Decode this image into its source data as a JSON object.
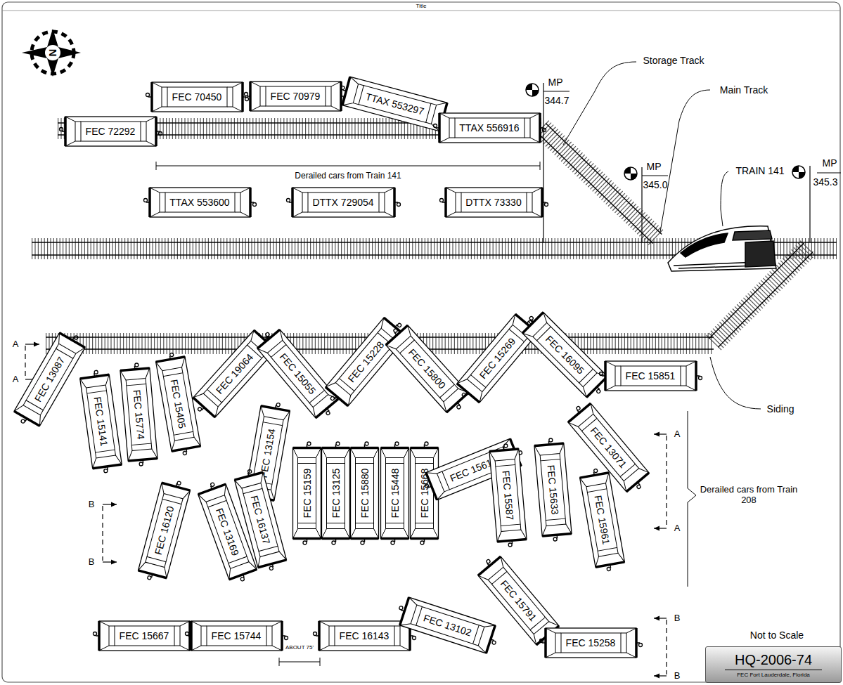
{
  "diagram": {
    "nodes": [
      {
        "text": [
          "FEC 72292"
        ]
      },
      {
        "text": [
          "FEC 70450"
        ]
      },
      {
        "text": [
          "FEC 70979"
        ]
      },
      {
        "text": [
          "TTAX 553297"
        ]
      },
      {
        "text": [
          "TTAX 556916"
        ]
      },
      {
        "text": [
          "TTAX 553600"
        ]
      },
      {
        "text": [
          "DTTX 729054"
        ]
      },
      {
        "text": [
          "DTTX 73330"
        ]
      },
      {
        "text": [
          "FEC 13087"
        ]
      },
      {
        "text": [
          "FEC 15141"
        ]
      },
      {
        "text": [
          "FEC 15774"
        ]
      },
      {
        "text": [
          "FEC 15405"
        ]
      },
      {
        "text": [
          "FEC 19064"
        ]
      },
      {
        "text": [
          "FEC 15055"
        ]
      },
      {
        "text": [
          "FEC 15228"
        ]
      },
      {
        "text": [
          "FEC 15800"
        ]
      },
      {
        "text": [
          "FEC 15269"
        ]
      },
      {
        "text": [
          "FEC 16095"
        ]
      },
      {
        "text": [
          "FEC 15851"
        ]
      },
      {
        "text": [
          "FEC 13154"
        ]
      },
      {
        "text": [
          "FEC 16120"
        ]
      },
      {
        "text": [
          "FEC 13169"
        ]
      },
      {
        "text": [
          "FEC 16137"
        ]
      },
      {
        "text": [
          "FEC 15159"
        ]
      },
      {
        "text": [
          "FEC 13125"
        ]
      },
      {
        "text": [
          "FEC 15880"
        ]
      },
      {
        "text": [
          "FEC 15448"
        ]
      },
      {
        "text": [
          "FEC 15668"
        ]
      },
      {
        "text": [
          "FEC 15617"
        ]
      },
      {
        "text": [
          "FEC 15587"
        ]
      },
      {
        "text": [
          "FEC 15633"
        ]
      },
      {
        "text": [
          "FEC 13071"
        ]
      },
      {
        "text": [
          "FEC 15961"
        ]
      },
      {
        "text": [
          "FEC 15667"
        ]
      },
      {
        "text": [
          "FEC 15744"
        ]
      },
      {
        "text": [
          "FEC 16143"
        ]
      },
      {
        "text": [
          "FEC 13102"
        ]
      },
      {
        "text": [
          "FEC 15791"
        ]
      },
      {
        "text": [
          "FEC 15258"
        ]
      },
      {
        "text": [
          "HQ-2006-74",
          "FEC Fort Lauderdale, Florida"
        ]
      }
    ],
    "labels": [
      "Title",
      "N",
      "MP",
      "344.7",
      "MP",
      "345.0",
      "MP",
      "345.3",
      "Storage Track",
      "Main Track",
      "TRAIN 141",
      "Derailed cars from Train 141",
      "Siding",
      "A",
      "A",
      "A",
      "A",
      "B",
      "B",
      "B",
      "B",
      "Derailed cars from Train 208",
      "ABOUT 75'",
      "Not to Scale"
    ]
  }
}
